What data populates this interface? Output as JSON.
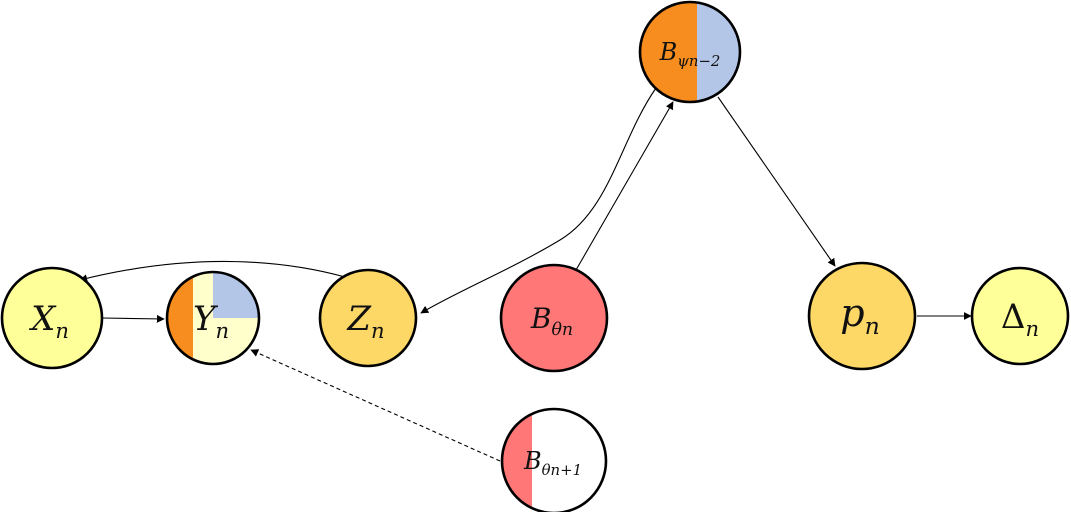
{
  "colors": {
    "light_yellow": "#ffff99",
    "gold": "#fdd866",
    "red": "#ff7777",
    "orange": "#f78d1e",
    "blue": "#b3c6e7",
    "cream": "#ffffcc",
    "white": "#ffffff"
  },
  "nodes": {
    "x": {
      "main": "X",
      "sub": "n"
    },
    "y": {
      "main": "Y",
      "sub": "n"
    },
    "z": {
      "main": "Z",
      "sub": "n"
    },
    "b_theta": {
      "main": "B",
      "sub": "θn"
    },
    "b_psi": {
      "main": "B",
      "sub": "ψn−2"
    },
    "b_theta_next": {
      "main": "B",
      "sub": "θn+1"
    },
    "p": {
      "main": "p",
      "sub": "n"
    },
    "delta": {
      "main": "Δ",
      "sub": "n"
    }
  }
}
